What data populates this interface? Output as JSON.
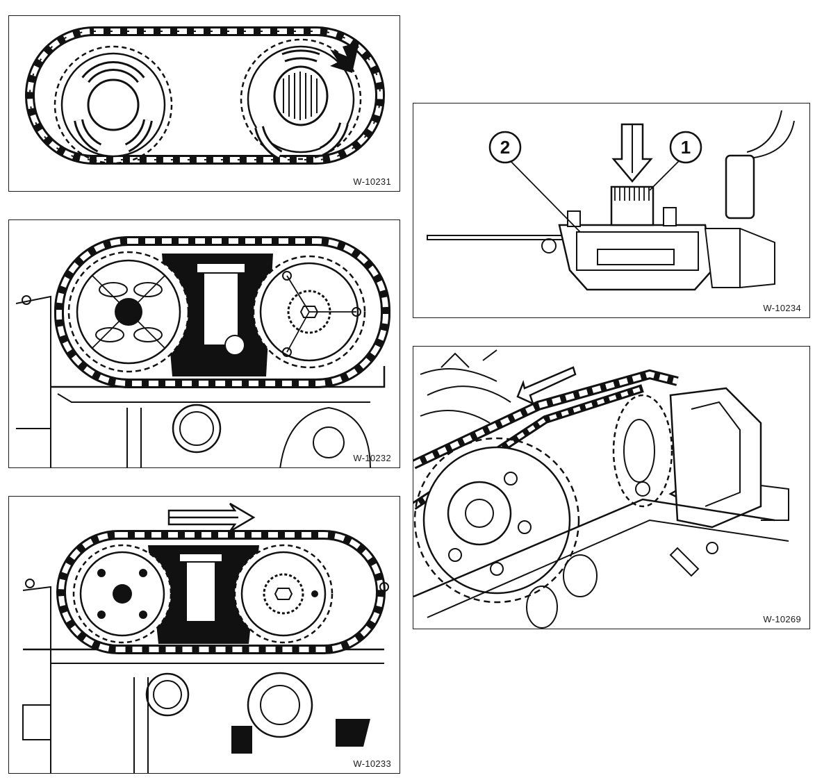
{
  "figures": [
    {
      "code": "W-10231"
    },
    {
      "code": "W-10232"
    },
    {
      "code": "W-10233"
    },
    {
      "code": "W-10234",
      "callouts": [
        "1",
        "2"
      ]
    },
    {
      "code": "W-10269"
    }
  ],
  "colors": {
    "ink": "#1a1a1a",
    "paper": "#ffffff"
  },
  "icons": [
    "arrow-icon",
    "chain-icon",
    "sprocket-icon",
    "tensioner-icon"
  ]
}
